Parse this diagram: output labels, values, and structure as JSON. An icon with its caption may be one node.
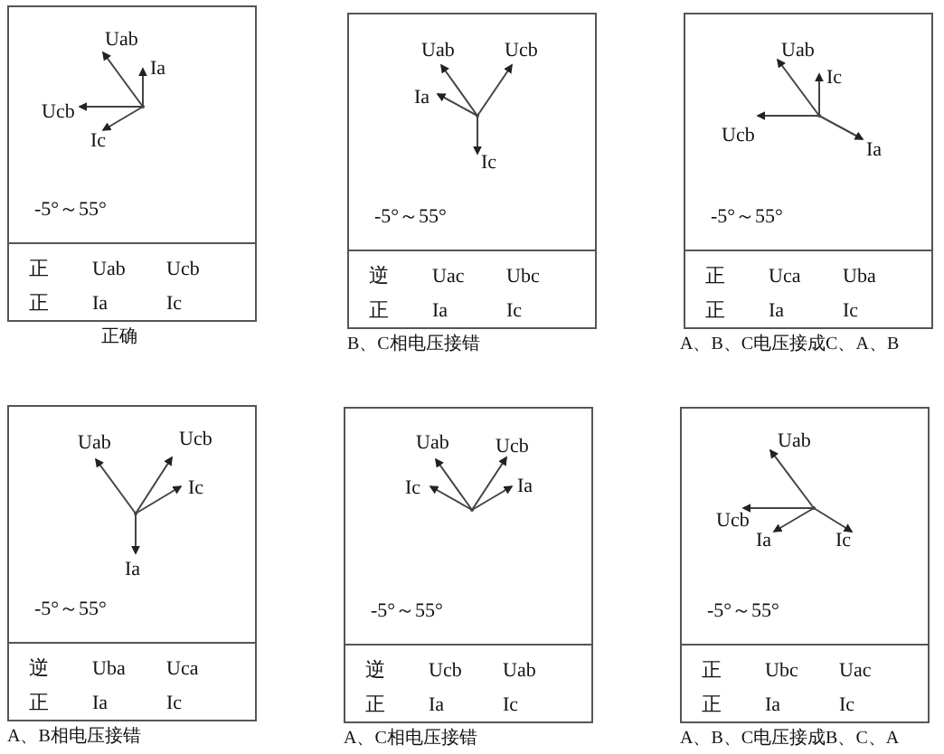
{
  "diagram": {
    "nodes": [
      {
        "text": [
          "-5°～55°"
        ],
        "beside": [
          "正确"
        ]
      },
      {
        "text": [
          "Uab"
        ],
        "in": 0
      },
      {
        "text": [
          "Ia"
        ],
        "in": 0
      },
      {
        "text": [
          "Ucb"
        ],
        "in": 0
      },
      {
        "text": [
          "Ic"
        ],
        "in": 0
      },
      {
        "text": [
          "正",
          "Uab",
          "Ucb",
          "正",
          "Ia",
          "Ic"
        ],
        "in": 0
      },
      {
        "text": [
          "-5°～55°"
        ],
        "beside": [
          "B、C相电压接错"
        ]
      },
      {
        "text": [
          "Uab"
        ],
        "in": 6
      },
      {
        "text": [
          "Ucb"
        ],
        "in": 6
      },
      {
        "text": [
          "Ia"
        ],
        "in": 6
      },
      {
        "text": [
          "Ic"
        ],
        "in": 6
      },
      {
        "text": [
          "逆",
          "Uac",
          "Ubc",
          "正",
          "Ia",
          "Ic"
        ],
        "in": 6
      },
      {
        "text": [
          "-5°～55°"
        ],
        "beside": [
          "A、B、C电压接成C、A、B"
        ]
      },
      {
        "text": [
          "Uab"
        ],
        "in": 12
      },
      {
        "text": [
          "Ic"
        ],
        "in": 12
      },
      {
        "text": [
          "Ucb"
        ],
        "in": 12
      },
      {
        "text": [
          "Ia"
        ],
        "in": 12
      },
      {
        "text": [
          "正",
          "Uca",
          "Uba",
          "正",
          "Ia",
          "Ic"
        ],
        "in": 12
      },
      {
        "text": [
          "-5°～55°"
        ],
        "beside": [
          "A、B相电压接错"
        ]
      },
      {
        "text": [
          "Uab"
        ],
        "in": 18
      },
      {
        "text": [
          "Ucb"
        ],
        "in": 18
      },
      {
        "text": [
          "Ic"
        ],
        "in": 18
      },
      {
        "text": [
          "Ia"
        ],
        "in": 18
      },
      {
        "text": [
          "逆",
          "Uba",
          "Uca",
          "正",
          "Ia",
          "Ic"
        ],
        "in": 18
      },
      {
        "text": [
          "-5°～55°"
        ],
        "beside": [
          "A、C相电压接错"
        ]
      },
      {
        "text": [
          "Uab"
        ],
        "in": 24
      },
      {
        "text": [
          "Ucb"
        ],
        "in": 24
      },
      {
        "text": [
          "Ic"
        ],
        "in": 24
      },
      {
        "text": [
          "Ia"
        ],
        "in": 24
      },
      {
        "text": [
          "逆",
          "Ucb",
          "Uab",
          "正",
          "Ia",
          "Ic"
        ],
        "in": 24
      },
      {
        "text": [
          "-5°～55°"
        ],
        "beside": [
          "A、B、C电压接成B、C、A"
        ]
      },
      {
        "text": [
          "Uab"
        ],
        "in": 30
      },
      {
        "text": [
          "Ucb"
        ],
        "in": 30
      },
      {
        "text": [
          "Ia"
        ],
        "in": 30
      },
      {
        "text": [
          "Ic"
        ],
        "in": 30
      },
      {
        "text": [
          "正",
          "Ubc",
          "Uac",
          "正",
          "Ia",
          "Ic"
        ],
        "in": 30
      },
      {
        "text": [],
        "shape": "point",
        "in": 0
      },
      {
        "text": [],
        "shape": "point",
        "in": 6
      },
      {
        "text": [],
        "shape": "point",
        "in": 12
      },
      {
        "text": [],
        "shape": "point",
        "in": 18
      },
      {
        "text": [],
        "shape": "point",
        "in": 24
      },
      {
        "text": [],
        "shape": "point",
        "in": 30
      }
    ],
    "edges": [
      {
        "from": 36,
        "to": 1,
        "arrow": "to"
      },
      {
        "from": 36,
        "to": 2,
        "arrow": "to"
      },
      {
        "from": 36,
        "to": 3,
        "arrow": "to"
      },
      {
        "from": 36,
        "to": 4,
        "arrow": "to"
      },
      {
        "from": 37,
        "to": 7,
        "arrow": "to"
      },
      {
        "from": 37,
        "to": 8,
        "arrow": "to"
      },
      {
        "from": 37,
        "to": 9,
        "arrow": "to"
      },
      {
        "from": 37,
        "to": 10,
        "arrow": "to"
      },
      {
        "from": 38,
        "to": 13,
        "arrow": "to"
      },
      {
        "from": 38,
        "to": 14,
        "arrow": "to"
      },
      {
        "from": 38,
        "to": 15,
        "arrow": "to"
      },
      {
        "from": 38,
        "to": 16,
        "arrow": "to"
      },
      {
        "from": 39,
        "to": 19,
        "arrow": "to"
      },
      {
        "from": 39,
        "to": 20,
        "arrow": "to"
      },
      {
        "from": 39,
        "to": 21,
        "arrow": "to"
      },
      {
        "from": 39,
        "to": 22,
        "arrow": "to"
      },
      {
        "from": 40,
        "to": 25,
        "arrow": "to"
      },
      {
        "from": 40,
        "to": 26,
        "arrow": "to"
      },
      {
        "from": 40,
        "to": 27,
        "arrow": "to"
      },
      {
        "from": 40,
        "to": 28,
        "arrow": "to"
      },
      {
        "from": 41,
        "to": 31,
        "arrow": "to"
      },
      {
        "from": 41,
        "to": 32,
        "arrow": "to"
      },
      {
        "from": 41,
        "to": 33,
        "arrow": "to"
      },
      {
        "from": 41,
        "to": 34,
        "arrow": "to"
      }
    ]
  }
}
